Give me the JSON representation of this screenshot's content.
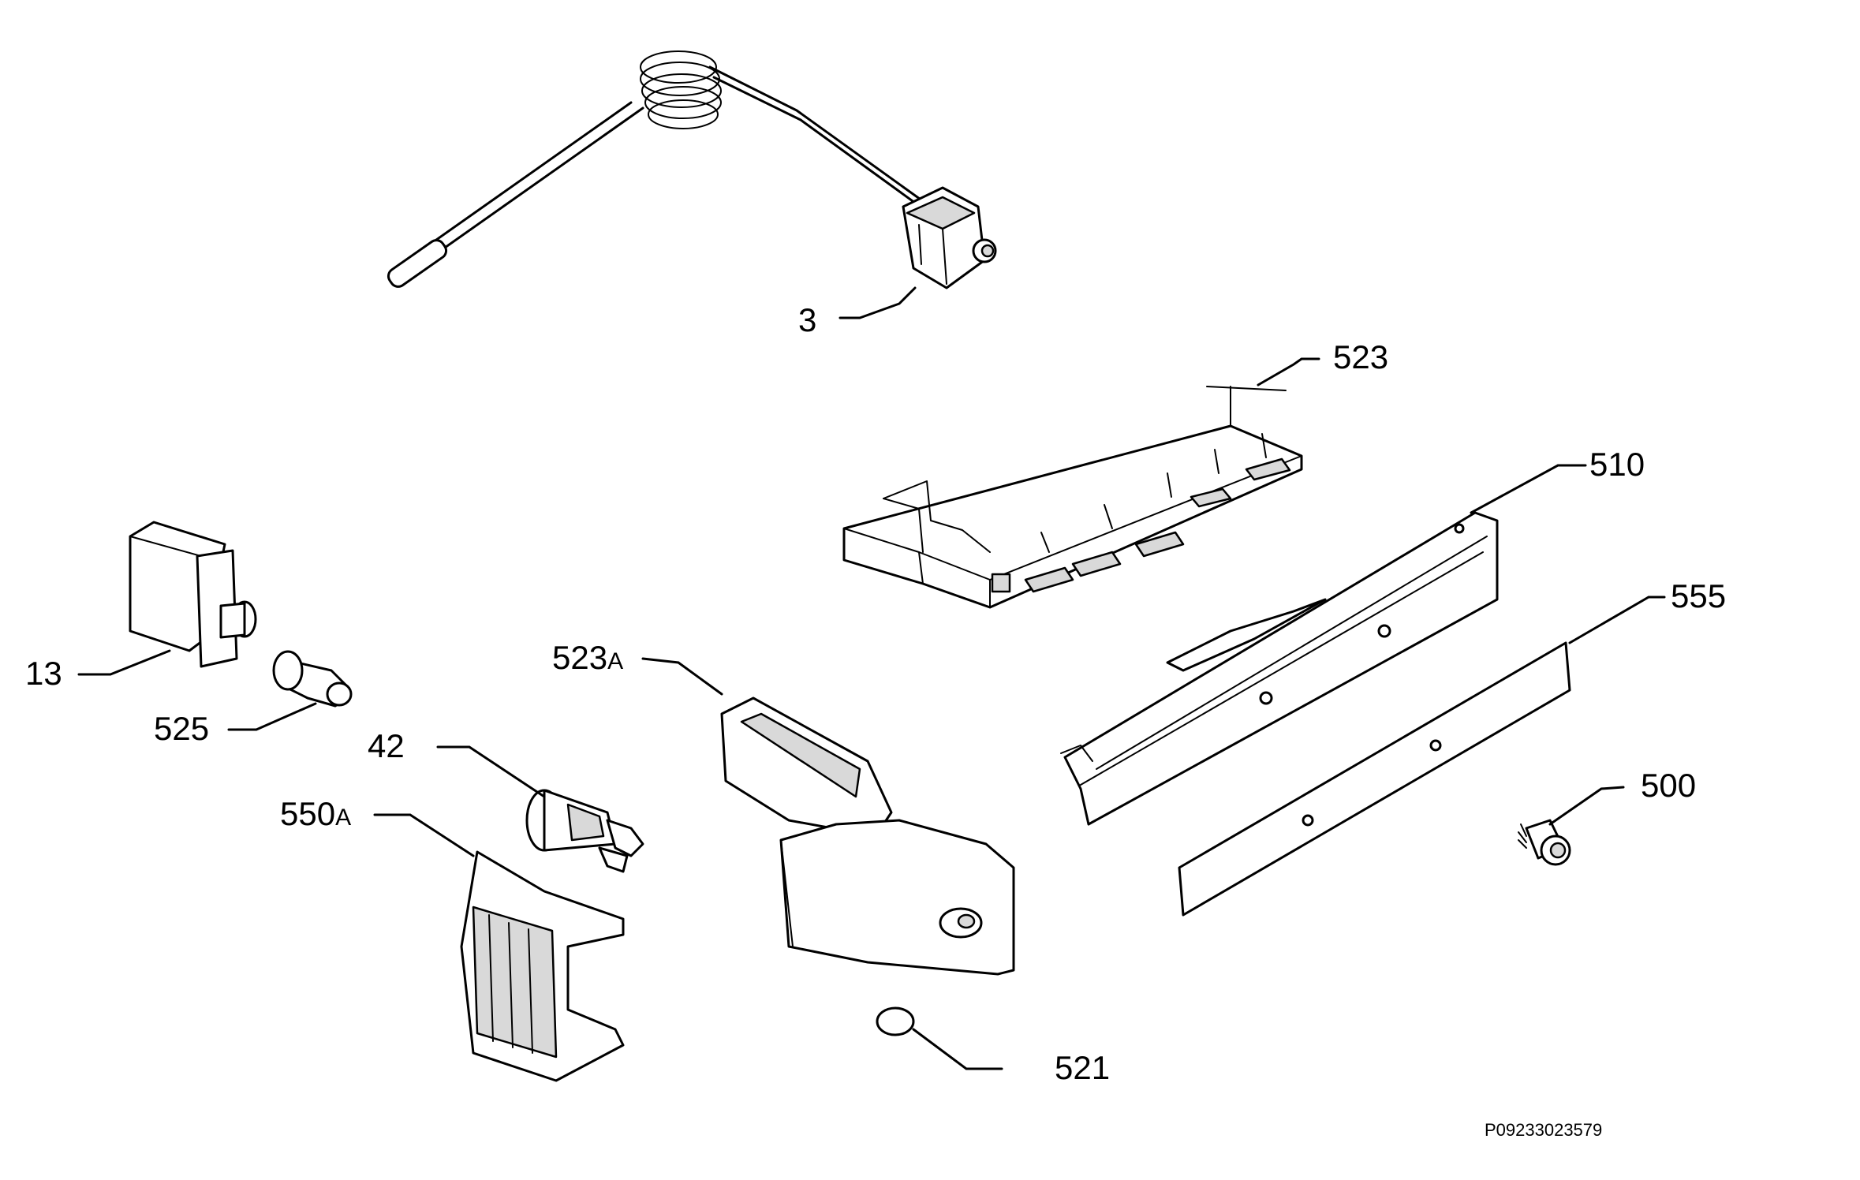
{
  "diagram": {
    "reference_code": "P09233023579",
    "parts": [
      {
        "id": "3",
        "label": "3",
        "suffix": ""
      },
      {
        "id": "523",
        "label": "523",
        "suffix": ""
      },
      {
        "id": "510",
        "label": "510",
        "suffix": ""
      },
      {
        "id": "555",
        "label": "555",
        "suffix": ""
      },
      {
        "id": "13",
        "label": "13",
        "suffix": ""
      },
      {
        "id": "523A",
        "label": "523",
        "suffix": "A"
      },
      {
        "id": "525",
        "label": "525",
        "suffix": ""
      },
      {
        "id": "42",
        "label": "42",
        "suffix": ""
      },
      {
        "id": "500",
        "label": "500",
        "suffix": ""
      },
      {
        "id": "550A",
        "label": "550",
        "suffix": "A"
      },
      {
        "id": "521",
        "label": "521",
        "suffix": ""
      }
    ]
  }
}
